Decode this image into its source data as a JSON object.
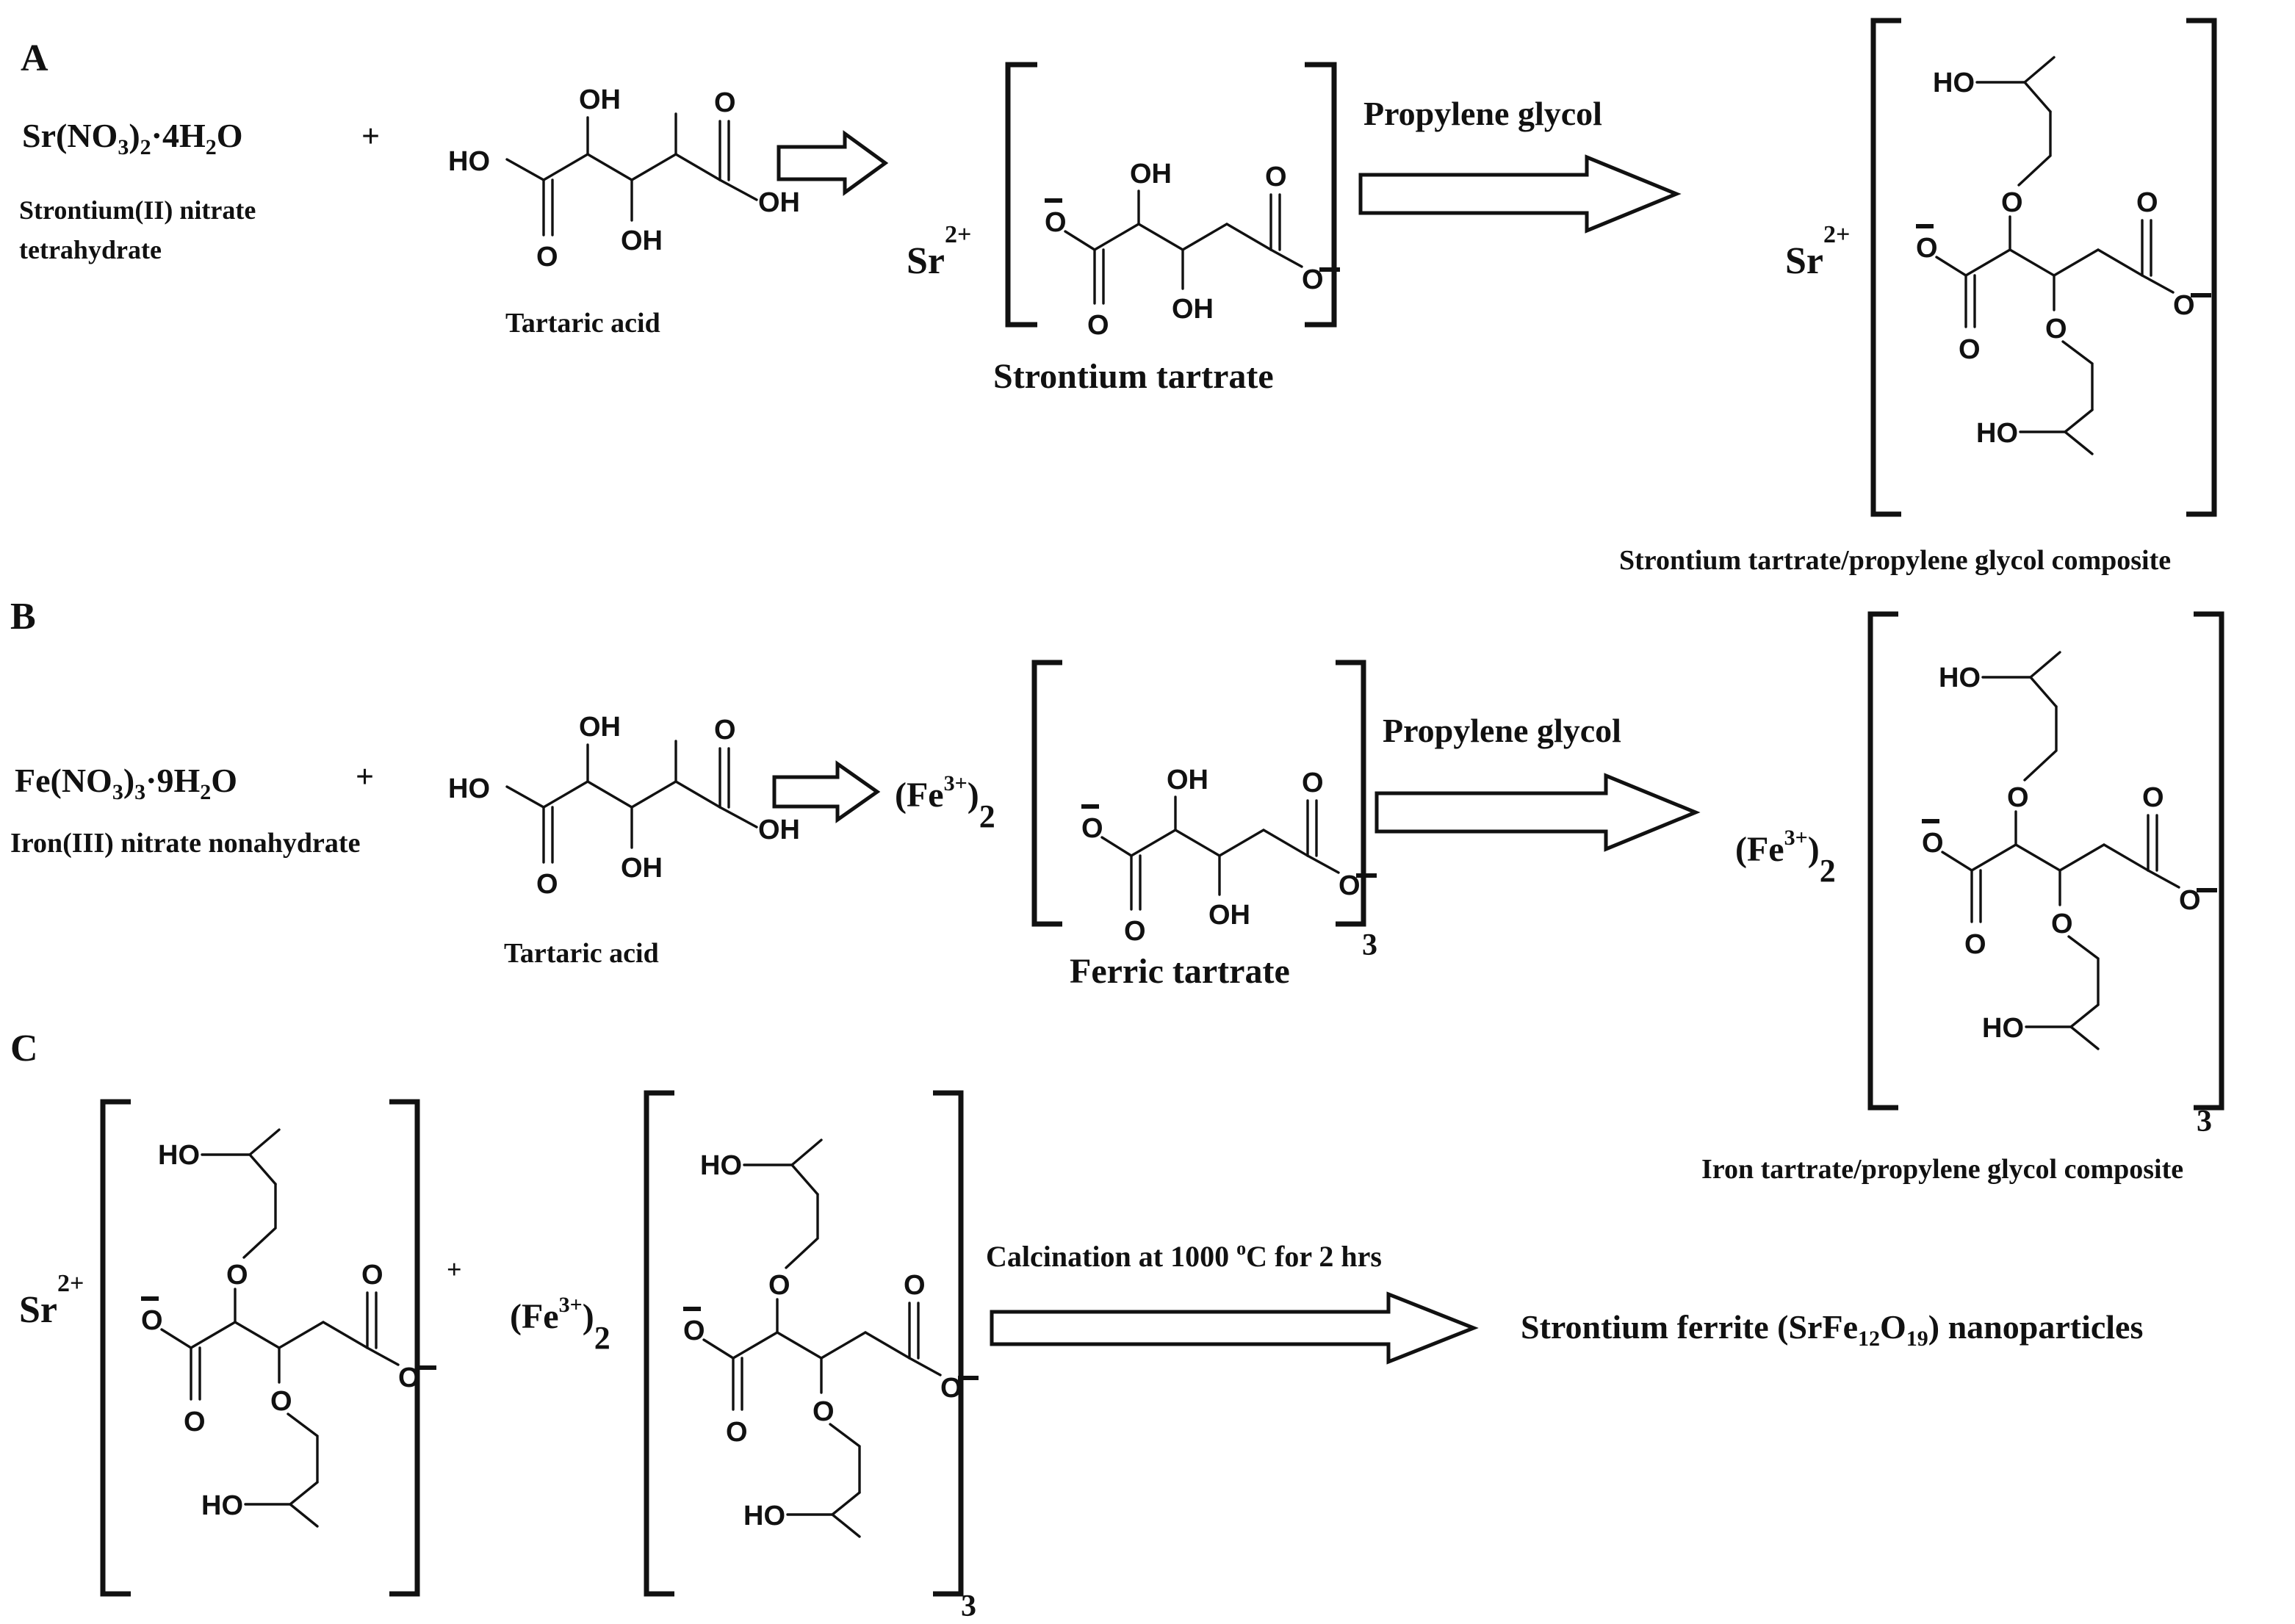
{
  "section_labels": {
    "a": "A",
    "b": "B",
    "c": "C"
  },
  "panel_a": {
    "reagent_formula": {
      "base": "Sr(NO",
      "sub1": "3",
      "mid": ")",
      "sub2": "2",
      "tail": "·4H",
      "sub3": "2",
      "end": "O"
    },
    "reagent_name_line1": "Strontium(II) nitrate",
    "reagent_name_line2": "tetrahydrate",
    "plus": "+",
    "acid_name": "Tartaric acid",
    "cation": {
      "symbol": "Sr",
      "charge": "2+"
    },
    "product1_name": "Strontium  tartrate",
    "arrow_label": "Propylene glycol",
    "product2_name": "Strontium tartrate/propylene glycol composite"
  },
  "panel_b": {
    "reagent_formula": {
      "base": "Fe(NO",
      "sub1": "3",
      "mid": ")",
      "sub2": "3",
      "tail": "·9H",
      "sub3": "2",
      "end": "O"
    },
    "reagent_name": "Iron(III) nitrate nonahydrate",
    "plus": "+",
    "acid_name": "Tartaric acid",
    "cation": {
      "open": "(Fe",
      "charge": "3+",
      "close": ")",
      "count": "2"
    },
    "bracket_count": "3",
    "product1_name": "Ferric tartrate",
    "arrow_label": "Propylene glycol",
    "product2_name": "Iron tartrate/propylene glycol composite"
  },
  "panel_c": {
    "cation1": {
      "symbol": "Sr",
      "charge": "2+"
    },
    "plus": "+",
    "cation2": {
      "open": "(Fe",
      "charge": "3+",
      "close": ")",
      "count": "2"
    },
    "bracket_count": "3",
    "arrow_label": {
      "pre": "Calcination at 1000 ",
      "sup": "o",
      "post": "C for 2 hrs"
    },
    "product": {
      "pre": "Strontium ferrite (SrFe",
      "sub1": "12",
      "mid": "O",
      "sub2": "19",
      "post": ") nanoparticles"
    }
  },
  "atom_labels": {
    "hydroxyl": "OH",
    "hydroxyl_left": "HO",
    "oxygen": "O"
  }
}
